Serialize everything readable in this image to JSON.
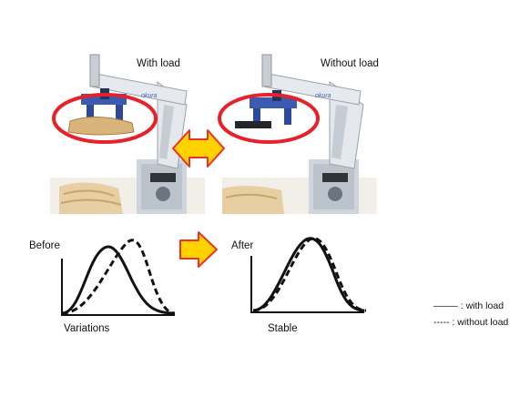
{
  "photos": {
    "left_caption": "With load",
    "right_caption": "Without load"
  },
  "graphs": {
    "before_title": "Before",
    "before_caption": "Variations",
    "after_title": "After",
    "after_caption": "Stable"
  },
  "legend": {
    "with_load": "——– : with load",
    "without_load": "----- : without load"
  },
  "colors": {
    "highlight_ellipse": "#e8202a",
    "arrow_fill": "#ffd200",
    "arrow_outline": "#e8322a",
    "robot_frame": "#dfe3e8",
    "gripper": "#3a5bb0"
  }
}
